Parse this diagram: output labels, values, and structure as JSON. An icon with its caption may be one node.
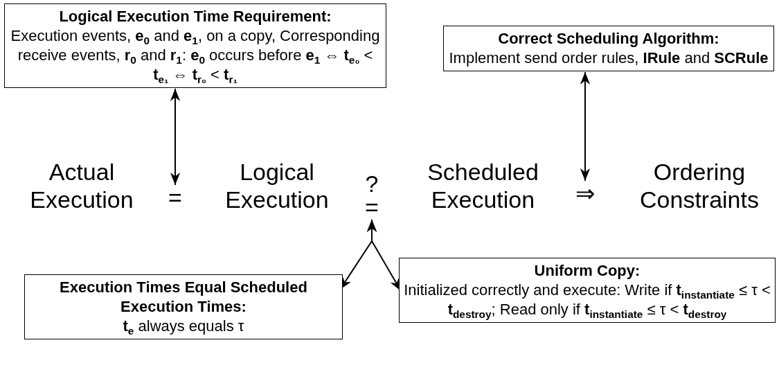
{
  "diagram": {
    "nodes": [
      {
        "text": [
          "Logical Execution Time Requirement:",
          "Execution events, **e$_{0}$** and **e$_{1}$**, on a copy, Corresponding receive events, **r$_{0}$** and **r$_{1}$**: **e$_{0}$** occurs before **e$_{1}$** ⇔ **t$_{e₀}$** < **t$_{e₁}$** ⇔ **t$_{r₀}$** < **t$_{r₁}$**"
        ]
      },
      {
        "text": [
          "Correct Scheduling Algorithm:",
          "Implement send order rules, **IRule** and **SCRule**"
        ]
      },
      {
        "text": [
          "Actual Execution"
        ]
      },
      {
        "text": [
          "="
        ]
      },
      {
        "text": [
          "Logical Execution"
        ]
      },
      {
        "text": [
          "?",
          "="
        ]
      },
      {
        "text": [
          "Scheduled Execution"
        ]
      },
      {
        "text": [
          "⇒"
        ]
      },
      {
        "text": [
          "Ordering Constraints"
        ]
      },
      {
        "text": [
          "Execution Times Equal Scheduled Execution Times:",
          "**t$_{e}$** always equals τ"
        ]
      },
      {
        "text": [
          "Uniform Copy:",
          "Initialized correctly and execute: Write if **t$_{instantiate}$** ≤ τ < **t$_{destroy}$**; Read only if **t$_{instantiate}$** ≤ τ < **t$_{destroy}$**"
        ]
      }
    ],
    "edges": [
      {
        "from": 0,
        "to": 3,
        "arrow": "both"
      },
      {
        "from": 1,
        "to": 7,
        "arrow": "both"
      },
      {
        "from": 5,
        "to": 9,
        "arrow": "both"
      },
      {
        "from": 5,
        "to": 10,
        "arrow": "both"
      }
    ]
  }
}
